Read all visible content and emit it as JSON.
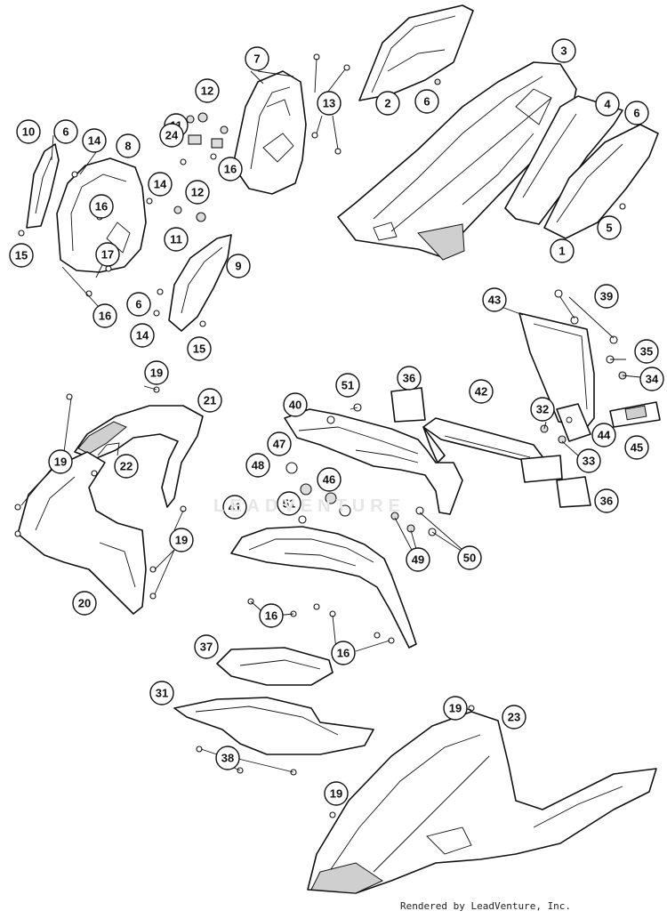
{
  "watermark": "LEADVENTURE",
  "credit": "Rendered by LeadVenture, Inc.",
  "callouts": [
    {
      "id": "c1",
      "label": "1"
    },
    {
      "id": "c2",
      "label": "2"
    },
    {
      "id": "c3",
      "label": "3"
    },
    {
      "id": "c4",
      "label": "4"
    },
    {
      "id": "c5",
      "label": "5"
    },
    {
      "id": "c6a",
      "label": "6"
    },
    {
      "id": "c6b",
      "label": "6"
    },
    {
      "id": "c6c",
      "label": "6"
    },
    {
      "id": "c6d",
      "label": "6"
    },
    {
      "id": "c7",
      "label": "7"
    },
    {
      "id": "c8",
      "label": "8"
    },
    {
      "id": "c9",
      "label": "9"
    },
    {
      "id": "c10",
      "label": "10"
    },
    {
      "id": "c11a",
      "label": "11"
    },
    {
      "id": "c11b",
      "label": "11"
    },
    {
      "id": "c12a",
      "label": "12"
    },
    {
      "id": "c12b",
      "label": "12"
    },
    {
      "id": "c13",
      "label": "13"
    },
    {
      "id": "c14a",
      "label": "14"
    },
    {
      "id": "c14b",
      "label": "14"
    },
    {
      "id": "c14c",
      "label": "14"
    },
    {
      "id": "c15a",
      "label": "15"
    },
    {
      "id": "c15b",
      "label": "15"
    },
    {
      "id": "c16a",
      "label": "16"
    },
    {
      "id": "c16b",
      "label": "16"
    },
    {
      "id": "c16c",
      "label": "16"
    },
    {
      "id": "c16d",
      "label": "16"
    },
    {
      "id": "c16e",
      "label": "16"
    },
    {
      "id": "c17",
      "label": "17"
    },
    {
      "id": "c19a",
      "label": "19"
    },
    {
      "id": "c19b",
      "label": "19"
    },
    {
      "id": "c19c",
      "label": "19"
    },
    {
      "id": "c19d",
      "label": "19"
    },
    {
      "id": "c19e",
      "label": "19"
    },
    {
      "id": "c20",
      "label": "20"
    },
    {
      "id": "c21",
      "label": "21"
    },
    {
      "id": "c22",
      "label": "22"
    },
    {
      "id": "c23",
      "label": "23"
    },
    {
      "id": "c24",
      "label": "24"
    },
    {
      "id": "c31",
      "label": "31"
    },
    {
      "id": "c32",
      "label": "32"
    },
    {
      "id": "c33",
      "label": "33"
    },
    {
      "id": "c34",
      "label": "34"
    },
    {
      "id": "c35",
      "label": "35"
    },
    {
      "id": "c36a",
      "label": "36"
    },
    {
      "id": "c36b",
      "label": "36"
    },
    {
      "id": "c37",
      "label": "37"
    },
    {
      "id": "c38",
      "label": "38"
    },
    {
      "id": "c39",
      "label": "39"
    },
    {
      "id": "c40",
      "label": "40"
    },
    {
      "id": "c41",
      "label": "41"
    },
    {
      "id": "c42",
      "label": "42"
    },
    {
      "id": "c43",
      "label": "43"
    },
    {
      "id": "c44",
      "label": "44"
    },
    {
      "id": "c45",
      "label": "45"
    },
    {
      "id": "c46",
      "label": "46"
    },
    {
      "id": "c47",
      "label": "47"
    },
    {
      "id": "c48",
      "label": "48"
    },
    {
      "id": "c49",
      "label": "49"
    },
    {
      "id": "c50",
      "label": "50"
    },
    {
      "id": "c51a",
      "label": "51"
    },
    {
      "id": "c51b",
      "label": "51"
    }
  ]
}
